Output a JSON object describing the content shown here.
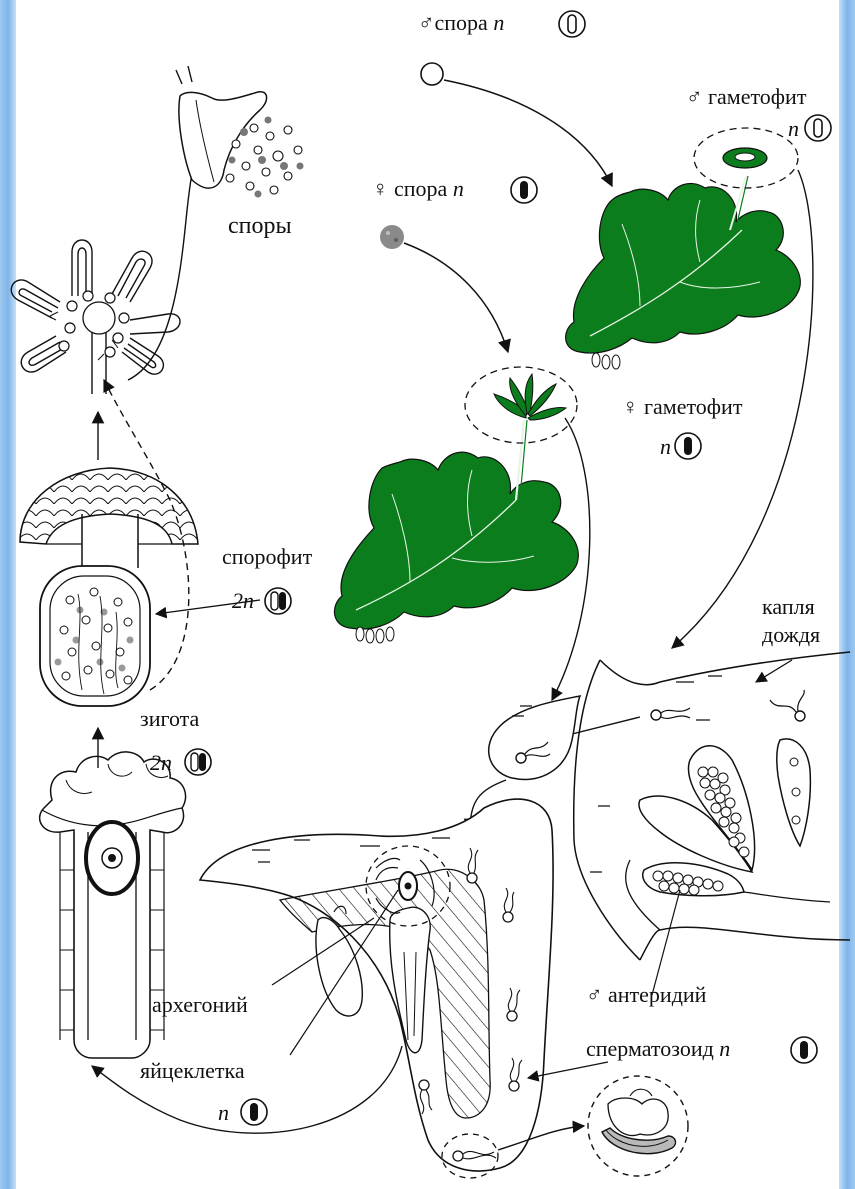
{
  "labels": {
    "male_spore": "спора",
    "male_spore_ploidy": "n",
    "male_gametophyte": "гаметофит",
    "male_gametophyte_ploidy": "n",
    "female_spore": "спора",
    "female_spore_ploidy": "n",
    "female_gametophyte": "гаметофит",
    "female_gametophyte_ploidy": "n",
    "spores": "споры",
    "sporophyte": "спорофит",
    "sporophyte_ploidy": "2n",
    "zygote": "зигота",
    "zygote_ploidy": "2n",
    "raindrop_line1": "капля",
    "raindrop_line2": "дождя",
    "antheridium": "антеридий",
    "archegonium": "архегоний",
    "egg_cell": "яйцеклетка",
    "egg_cell_ploidy": "n",
    "sperm": "сперматозоид",
    "sperm_ploidy": "n"
  },
  "symbols": {
    "male": "♂",
    "female": "♀"
  },
  "colors": {
    "gametophyte_green": "#0b7d1c",
    "ink": "#111111",
    "spore_gray": "#888888",
    "border_blue": "#8dbbea"
  }
}
